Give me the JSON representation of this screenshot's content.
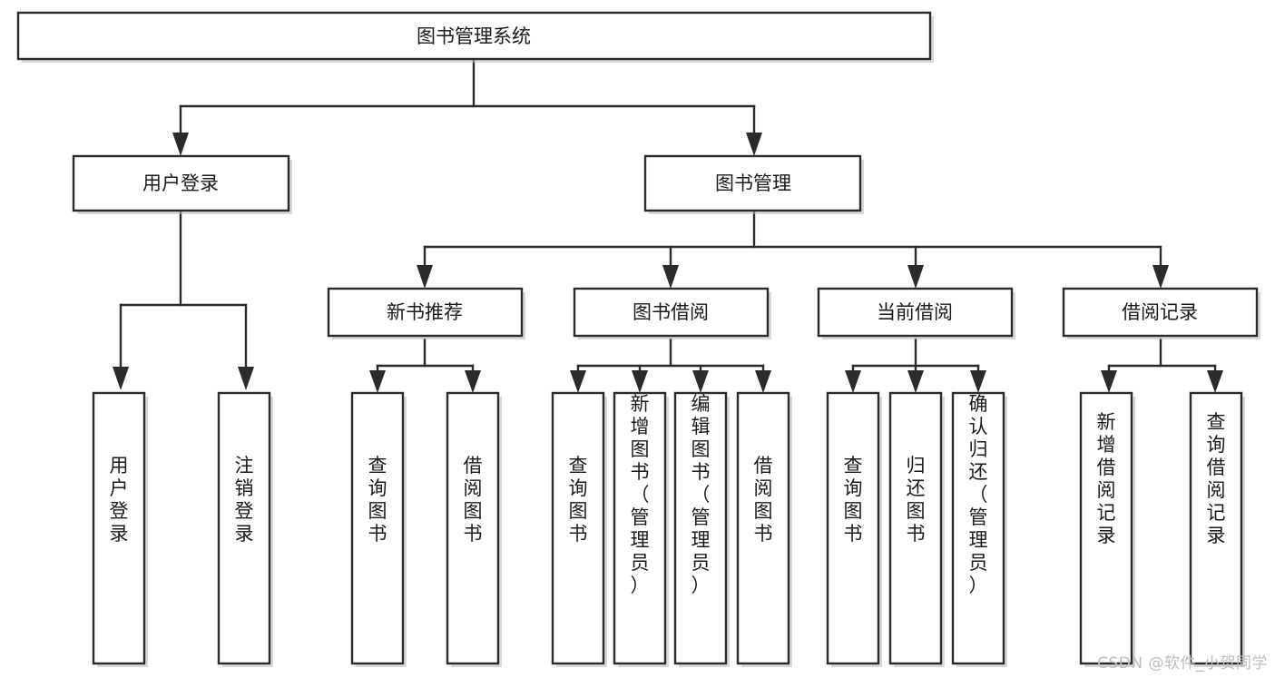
{
  "diagram": {
    "type": "tree-hierarchy",
    "orientation": "top-down",
    "root": {
      "id": "root",
      "label": "图书管理系统"
    },
    "level1": [
      {
        "id": "user-login",
        "label": "用户登录"
      },
      {
        "id": "book-manage",
        "label": "图书管理"
      }
    ],
    "level2": [
      {
        "id": "new-book-recommend",
        "label": "新书推荐",
        "parent": "book-manage"
      },
      {
        "id": "book-borrow",
        "label": "图书借阅",
        "parent": "book-manage"
      },
      {
        "id": "current-borrow",
        "label": "当前借阅",
        "parent": "book-manage"
      },
      {
        "id": "borrow-record",
        "label": "借阅记录",
        "parent": "book-manage"
      }
    ],
    "leaves": [
      {
        "id": "leaf-user-login",
        "label": "用户登录",
        "parent": "user-login"
      },
      {
        "id": "leaf-logout-login",
        "label": "注销登录",
        "parent": "user-login"
      },
      {
        "id": "leaf-query-book-1",
        "label": "查询图书",
        "parent": "new-book-recommend"
      },
      {
        "id": "leaf-borrow-book-1",
        "label": "借阅图书",
        "parent": "new-book-recommend"
      },
      {
        "id": "leaf-query-book-2",
        "label": "查询图书",
        "parent": "book-borrow"
      },
      {
        "id": "leaf-add-book",
        "label": "新增图书（管理员）",
        "parent": "book-borrow"
      },
      {
        "id": "leaf-edit-book",
        "label": "编辑图书（管理员）",
        "parent": "book-borrow"
      },
      {
        "id": "leaf-borrow-book-2",
        "label": "借阅图书",
        "parent": "book-borrow"
      },
      {
        "id": "leaf-query-book-3",
        "label": "查询图书",
        "parent": "current-borrow"
      },
      {
        "id": "leaf-return-book",
        "label": "归还图书",
        "parent": "current-borrow"
      },
      {
        "id": "leaf-confirm-return",
        "label": "确认归还（管理员）",
        "parent": "current-borrow"
      },
      {
        "id": "leaf-add-record",
        "label": "新增借阅记录",
        "parent": "borrow-record"
      },
      {
        "id": "leaf-query-record",
        "label": "查询借阅记录",
        "parent": "borrow-record"
      }
    ]
  },
  "watermark": {
    "text": "CSDN @软件_小贺同学"
  },
  "colors": {
    "stroke": "#2b2b2b",
    "fill": "#ffffff",
    "text": "#1a1a1a",
    "watermark": "#bdbdbd",
    "background": "#ffffff"
  }
}
